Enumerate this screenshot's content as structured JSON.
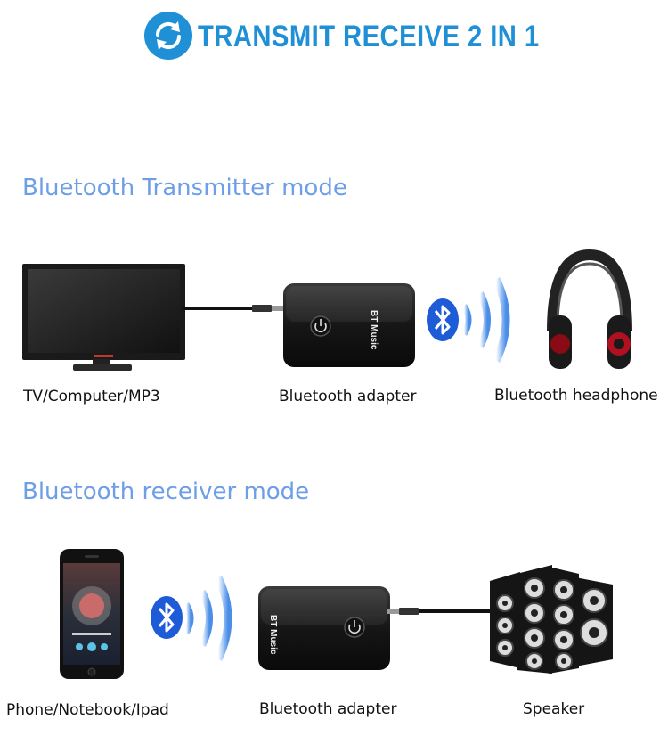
{
  "header": {
    "title": "TRANSMIT RECEIVE 2 IN 1",
    "icon": "sync-icon",
    "accent_color": "#1f8fd6"
  },
  "transmitter": {
    "title": "Bluetooth Transmitter mode",
    "source_label": "TV/Computer/MP3",
    "adapter_label": "Bluetooth adapter",
    "adapter_text": "BT Music",
    "target_label": "Bluetooth headphone"
  },
  "receiver": {
    "title": "Bluetooth receiver mode",
    "source_label": "Phone/Notebook/Ipad",
    "adapter_label": "Bluetooth adapter",
    "adapter_text": "BT Music",
    "target_label": "Speaker"
  },
  "colors": {
    "mode_title": "#6d9ee8",
    "bluetooth_blue": "#1e5bd6"
  }
}
